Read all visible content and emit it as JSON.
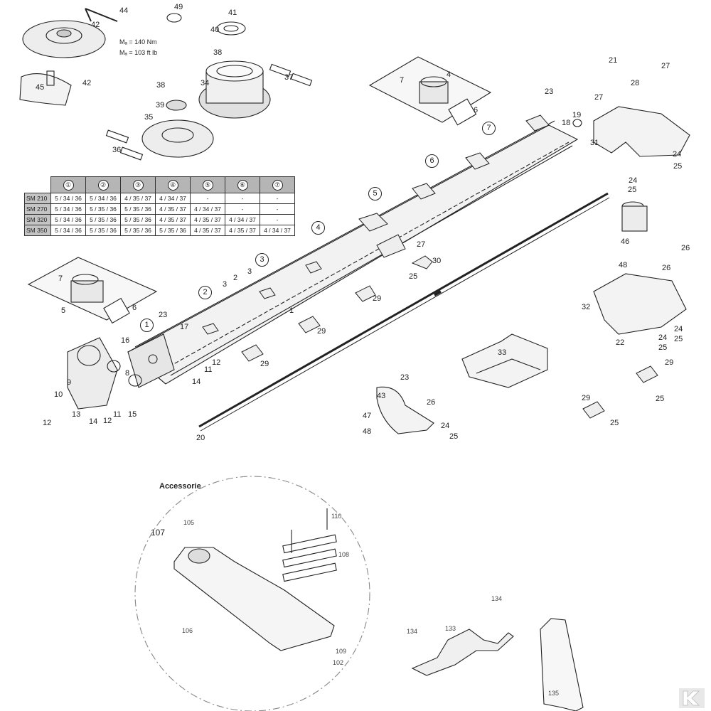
{
  "torque": {
    "nm": "Mₐ = 140 Nm",
    "ftlb": "Mₐ = 103 ft lb"
  },
  "accessory_title": "Accessorie",
  "table": {
    "headers": [
      "①",
      "②",
      "③",
      "④",
      "⑤",
      "⑥",
      "⑦"
    ],
    "rows": [
      {
        "model": "SM 210",
        "cells": [
          "5 / 34 / 36",
          "5 / 34 / 36",
          "4 / 35 / 37",
          "4 / 34 / 37",
          "-",
          "-",
          "-"
        ]
      },
      {
        "model": "SM 270",
        "cells": [
          "5 / 34 / 36",
          "5 / 35 / 36",
          "5 / 35 / 36",
          "4 / 35 / 37",
          "4 / 34 / 37",
          "-",
          "-"
        ]
      },
      {
        "model": "SM 320",
        "cells": [
          "5 / 34 / 36",
          "5 / 35 / 36",
          "5 / 35 / 36",
          "4 / 35 / 37",
          "4 / 35 / 37",
          "4 / 34 / 37",
          "-"
        ]
      },
      {
        "model": "SM 350",
        "cells": [
          "5 / 34 / 36",
          "5 / 35 / 36",
          "5 / 35 / 36",
          "5 / 35 / 36",
          "4 / 35 / 37",
          "4 / 35 / 37",
          "4 / 34 / 37"
        ]
      }
    ]
  },
  "circled_labels": [
    "1",
    "2",
    "3",
    "4",
    "5",
    "6",
    "7"
  ],
  "part_labels": {
    "p1": "1",
    "p2": "2",
    "p3": "3",
    "p4": "4",
    "p5": "5",
    "p6a": "6",
    "p6b": "6",
    "p7a": "7",
    "p7b": "7",
    "p8": "8",
    "p9": "9",
    "p10": "10",
    "p11a": "11",
    "p11b": "11",
    "p12a": "12",
    "p12b": "12",
    "p12c": "12",
    "p13": "13",
    "p14a": "14",
    "p14b": "14",
    "p15": "15",
    "p16": "16",
    "p17": "17",
    "p18": "18",
    "p19": "19",
    "p20": "20",
    "p21": "21",
    "p22": "22",
    "p23a": "23",
    "p23b": "23",
    "p23c": "23",
    "p24a": "24",
    "p24b": "24",
    "p24c": "24",
    "p24d": "24",
    "p24e": "24",
    "p25a": "25",
    "p25b": "25",
    "p25c": "25",
    "p25d": "25",
    "p25e": "25",
    "p25f": "25",
    "p25g": "25",
    "p26a": "26",
    "p26b": "26",
    "p26c": "26",
    "p27a": "27",
    "p27b": "27",
    "p27c": "27",
    "p28": "28",
    "p29a": "29",
    "p29b": "29",
    "p29c": "29",
    "p29d": "29",
    "p29e": "29",
    "p30": "30",
    "p31": "31",
    "p32": "32",
    "p33": "33",
    "p34": "34",
    "p35": "35",
    "p36": "36",
    "p37": "37",
    "p38a": "38",
    "p38b": "38",
    "p39": "39",
    "p40": "40",
    "p41": "41",
    "p42a": "42",
    "p42b": "42",
    "p43": "43",
    "p44": "44",
    "p45": "45",
    "p46": "46",
    "p47": "47",
    "p48a": "48",
    "p48b": "48",
    "p49": "49",
    "p102": "102",
    "p105": "105",
    "p106": "106",
    "p107": "107",
    "p108": "108",
    "p109": "109",
    "p110": "110",
    "p133": "133",
    "p134a": "134",
    "p134b": "134",
    "p135": "135"
  }
}
